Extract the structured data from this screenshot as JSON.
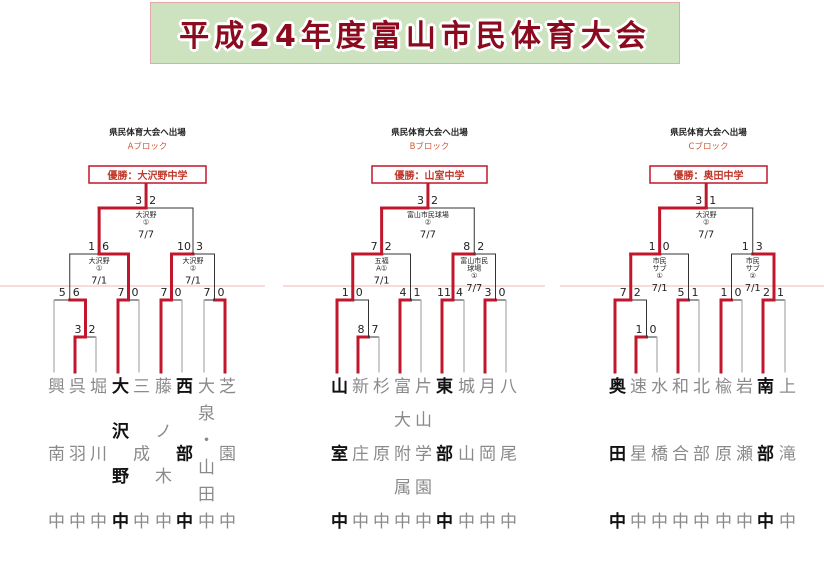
{
  "title": "平成24年度富山市民体育大会",
  "colors": {
    "accent_red": "#c0172c",
    "title_bg": "#cde3c0",
    "title_text": "#8b0a1e",
    "loser_text": "#8a8a8a"
  },
  "blocks": [
    {
      "header": "県民体育大会へ出場",
      "block_label": "Aブロック",
      "champion": "優勝：大沢野中学",
      "teams": [
        {
          "name": "興南中",
          "bold": false
        },
        {
          "name": "呉羽中",
          "bold": false
        },
        {
          "name": "堀川中",
          "bold": false
        },
        {
          "name": "大沢野中",
          "bold": true
        },
        {
          "name": "三成中",
          "bold": false
        },
        {
          "name": "藤ノ木中",
          "bold": false
        },
        {
          "name": "西部中",
          "bold": true
        },
        {
          "name": "大泉・山田中",
          "bold": false
        },
        {
          "name": "芝園中",
          "bold": false
        }
      ],
      "first_round": {
        "scores": [
          "3",
          "2"
        ],
        "winner": 0
      },
      "quarterfinals": [
        {
          "scores": [
            "5",
            "6"
          ],
          "winner": 1
        },
        {
          "scores": [
            "7",
            "0"
          ],
          "winner": 0
        },
        {
          "scores": [
            "7",
            "0"
          ],
          "winner": 0
        },
        {
          "scores": [
            "7",
            "0"
          ],
          "winner": 1
        }
      ],
      "semifinals": [
        {
          "scores": [
            "1",
            "6"
          ],
          "winner": 1,
          "venue": [
            "大沢野",
            "①"
          ],
          "date": "7/1"
        },
        {
          "scores": [
            "10",
            "3"
          ],
          "winner": 0,
          "venue": [
            "大沢野",
            "②"
          ],
          "date": "7/1"
        }
      ],
      "final": {
        "scores": [
          "3",
          "2"
        ],
        "winner": 0,
        "venue": [
          "大沢野",
          "①"
        ],
        "date": "7/7"
      }
    },
    {
      "header": "県民体育大会へ出場",
      "block_label": "Bブロック",
      "champion": "優勝：山室中学",
      "teams": [
        {
          "name": "山室中",
          "bold": true
        },
        {
          "name": "新庄中",
          "bold": false
        },
        {
          "name": "杉原中",
          "bold": false
        },
        {
          "name": "富大附属中",
          "bold": false
        },
        {
          "name": "片山学園中",
          "bold": false
        },
        {
          "name": "東部中",
          "bold": true
        },
        {
          "name": "城山中",
          "bold": false
        },
        {
          "name": "月岡中",
          "bold": false
        },
        {
          "name": "八尾中",
          "bold": false
        }
      ],
      "first_round": {
        "scores": [
          "8",
          "7"
        ],
        "winner": 0
      },
      "quarterfinals": [
        {
          "scores": [
            "1",
            "0"
          ],
          "winner": 0
        },
        {
          "scores": [
            "4",
            "1"
          ],
          "winner": 0
        },
        {
          "scores": [
            "11",
            "4"
          ],
          "winner": 0
        },
        {
          "scores": [
            "3",
            "0"
          ],
          "winner": 0
        }
      ],
      "semifinals": [
        {
          "scores": [
            "7",
            "2"
          ],
          "winner": 0,
          "venue": [
            "五福",
            "A①"
          ],
          "date": "7/1"
        },
        {
          "scores": [
            "8",
            "2"
          ],
          "winner": 0,
          "venue": [
            "富山市民",
            "球場",
            "①"
          ],
          "date": "7/7"
        }
      ],
      "final": {
        "scores": [
          "3",
          "2"
        ],
        "winner": 0,
        "venue": [
          "富山市民球場",
          "②"
        ],
        "date": "7/7"
      }
    },
    {
      "header": "県民体育大会へ出場",
      "block_label": "Cブロック",
      "champion": "優勝：奥田中学",
      "teams": [
        {
          "name": "奥田中",
          "bold": true
        },
        {
          "name": "速星中",
          "bold": false
        },
        {
          "name": "水橋中",
          "bold": false
        },
        {
          "name": "和合中",
          "bold": false
        },
        {
          "name": "北部中",
          "bold": false
        },
        {
          "name": "楡原中",
          "bold": false
        },
        {
          "name": "岩瀬中",
          "bold": false
        },
        {
          "name": "南部中",
          "bold": true
        },
        {
          "name": "上滝中",
          "bold": false
        }
      ],
      "first_round": {
        "scores": [
          "1",
          "0"
        ],
        "winner": 0
      },
      "quarterfinals": [
        {
          "scores": [
            "7",
            "2"
          ],
          "winner": 0
        },
        {
          "scores": [
            "5",
            "1"
          ],
          "winner": 0
        },
        {
          "scores": [
            "1",
            "0"
          ],
          "winner": 0
        },
        {
          "scores": [
            "2",
            "1"
          ],
          "winner": 0
        }
      ],
      "semifinals": [
        {
          "scores": [
            "1",
            "0"
          ],
          "winner": 0,
          "venue": [
            "市民",
            "サブ",
            "①"
          ],
          "date": "7/1"
        },
        {
          "scores": [
            "1",
            "3"
          ],
          "winner": 1,
          "venue": [
            "市民",
            "サブ",
            "②"
          ],
          "date": "7/1"
        }
      ],
      "final": {
        "scores": [
          "3",
          "1"
        ],
        "winner": 0,
        "venue": [
          "大沢野",
          "②"
        ],
        "date": "7/7"
      }
    }
  ]
}
